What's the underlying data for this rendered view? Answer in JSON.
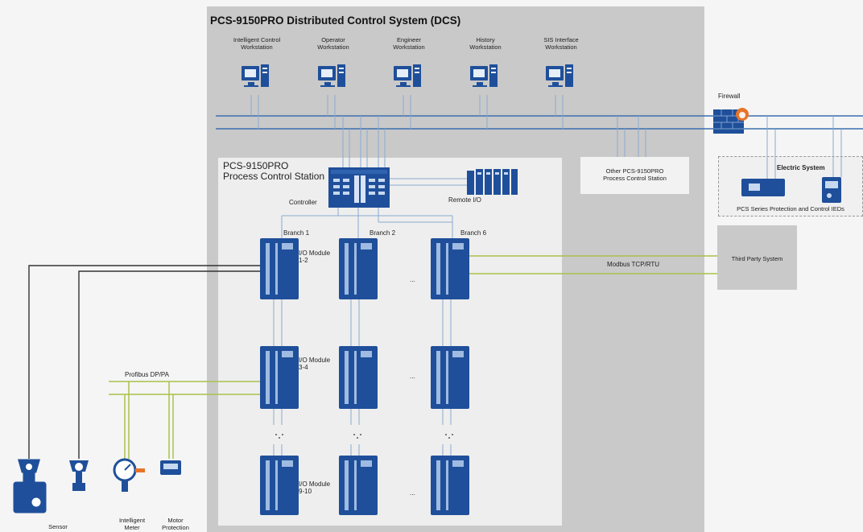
{
  "dcs": {
    "title": "PCS-9150PRO Distributed Control System  (DCS)"
  },
  "workstations": [
    {
      "label": "Intelligent Control\nWorkstation"
    },
    {
      "label": "Operator\nWorkstation"
    },
    {
      "label": "Engineer\nWorkstation"
    },
    {
      "label": "History\nWorkstation"
    },
    {
      "label": "SIS Interface\nWorkstation"
    }
  ],
  "firewall": {
    "label": "Firewall"
  },
  "pcs": {
    "title_line1": "PCS-9150PRO",
    "title_line2": "Process Control Station",
    "controller_label": "Controller",
    "remote_io_label": "Remote I/O",
    "branches": [
      "Branch 1",
      "Branch 2",
      "Branch 6"
    ],
    "io_modules": [
      "I/O Module\n1-2",
      "I/O Module\n3-4",
      "I/O Module\n9-10"
    ],
    "ellipsis": "..."
  },
  "other_station": {
    "label": "Other PCS-9150PRO\nProcess Control Station"
  },
  "electric": {
    "title": "Electric System",
    "caption": "PCS Series Protection and Control IEDs"
  },
  "third_party": {
    "label": "Third Party System",
    "link_label": "Modbus TCP/RTU"
  },
  "field": {
    "profibus_label": "Profibus DP/PA",
    "devices": [
      "Sensor",
      "Intelligent\nMeter",
      "Motor\nProtection"
    ]
  },
  "colors": {
    "network_blue": "#3a6fb0",
    "device_blue": "#1f4f9a",
    "green_link": "#a8c24a",
    "black_wire": "#333333"
  }
}
